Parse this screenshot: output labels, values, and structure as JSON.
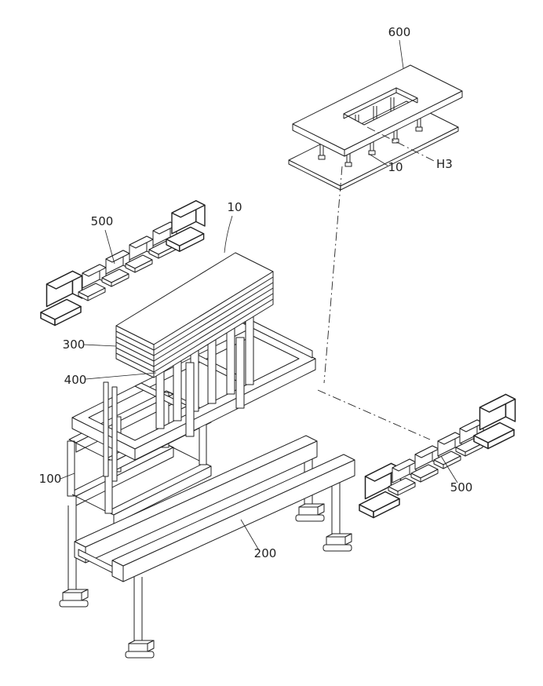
{
  "figure": {
    "background": "#ffffff",
    "line_color": "#222222",
    "labels": {
      "plate_600": "600",
      "pin_plate_10": "10",
      "section_H3": "H3",
      "left_clips_500": "500",
      "stack_10": "10",
      "stack_base_300": "300",
      "columns_400": "400",
      "frame_100": "100",
      "beam_200": "200",
      "right_clips_500": "500"
    }
  }
}
